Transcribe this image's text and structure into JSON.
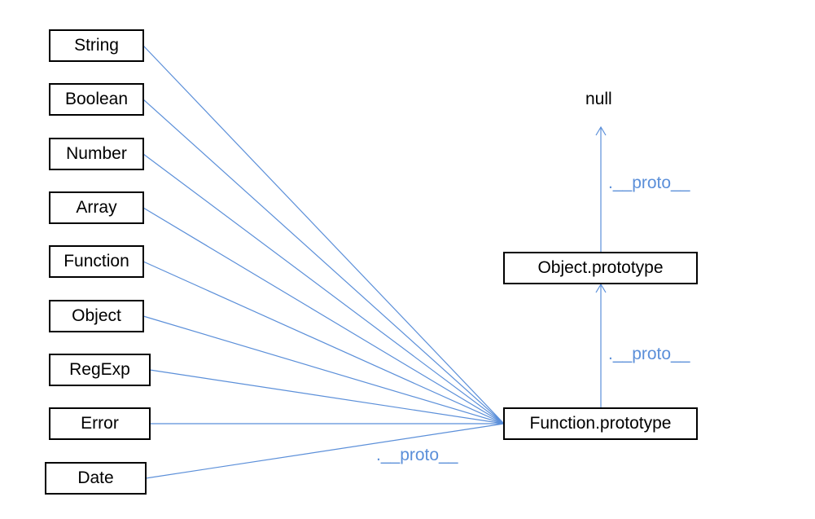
{
  "colors": {
    "edge": "#5b8fd9",
    "node_border": "#000000",
    "text": "#000000"
  },
  "constructors": [
    {
      "id": "string",
      "label": "String"
    },
    {
      "id": "boolean",
      "label": "Boolean"
    },
    {
      "id": "number",
      "label": "Number"
    },
    {
      "id": "array",
      "label": "Array"
    },
    {
      "id": "function",
      "label": "Function"
    },
    {
      "id": "object",
      "label": "Object"
    },
    {
      "id": "regexp",
      "label": "RegExp"
    },
    {
      "id": "error",
      "label": "Error"
    },
    {
      "id": "date",
      "label": "Date"
    }
  ],
  "prototypes": {
    "function_prototype": "Function.prototype",
    "object_prototype": "Object.prototype",
    "null_label": "null"
  },
  "edge_labels": {
    "constructors_to_function_prototype": ".__proto__",
    "function_prototype_to_object_prototype": ".__proto__",
    "object_prototype_to_null": ".__proto__"
  }
}
